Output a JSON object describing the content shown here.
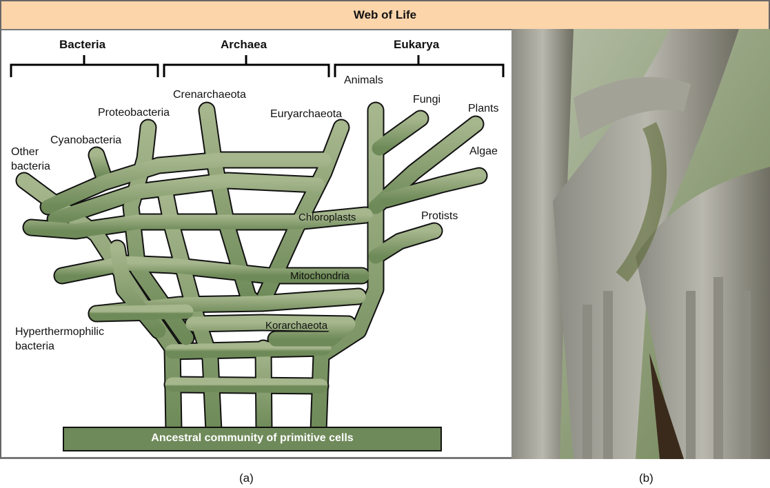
{
  "title": "Web of Life",
  "groups": {
    "bacteria": "Bacteria",
    "archaea": "Archaea",
    "eukarya": "Eukarya"
  },
  "labels": {
    "other_bacteria": "Other\nbacteria",
    "cyanobacteria": "Cyanobacteria",
    "proteobacteria": "Proteobacteria",
    "crenarchaeota": "Crenarchaeota",
    "euryarchaeota": "Euryarchaeota",
    "animals": "Animals",
    "fungi": "Fungi",
    "plants": "Plants",
    "algae": "Algae",
    "protists": "Protists",
    "chloroplasts": "Chloroplasts",
    "mitochondria": "Mitochondria",
    "korarchaeota": "Korarchaeota",
    "hyperthermophilic": "Hyperthermophilic\nbacteria",
    "ancestral": "Ancestral community of primitive cells"
  },
  "captions": {
    "a": "(a)",
    "b": "(b)"
  },
  "colors": {
    "header": "#fdd5ab",
    "branch": "#8da070",
    "base": "#6f8a5a"
  }
}
